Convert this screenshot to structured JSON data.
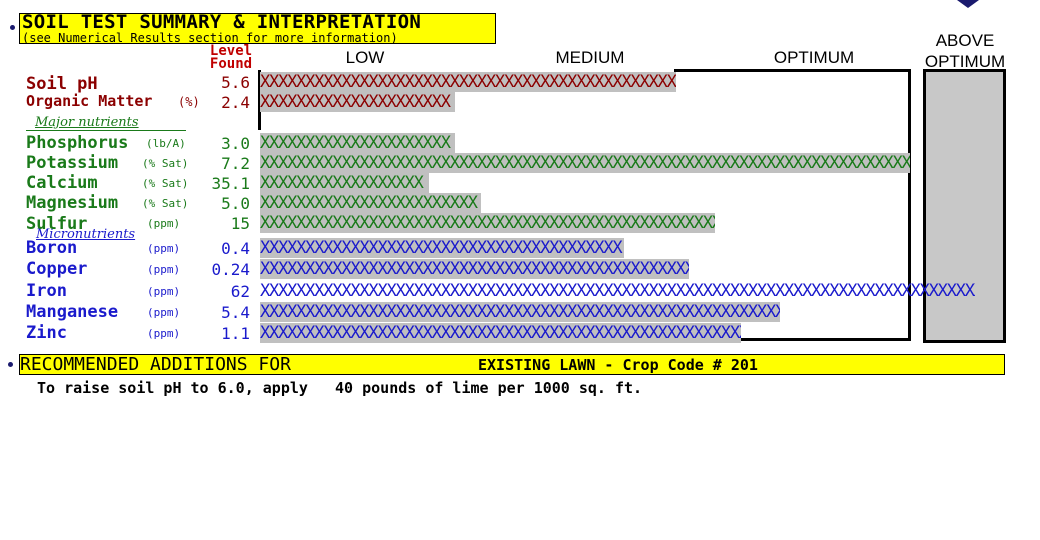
{
  "header": {
    "title": "SOIL TEST SUMMARY & INTERPRETATION",
    "subtitle": "(see Numerical Results section for more information)",
    "level_found_line1": "Level",
    "level_found_line2": "Found"
  },
  "chart_data": {
    "type": "bar",
    "orientation": "horizontal",
    "category_scale": [
      "LOW",
      "MEDIUM",
      "OPTIMUM",
      "ABOVE OPTIMUM"
    ],
    "rows": [
      {
        "label": "Soil pH",
        "unit": "",
        "level": "5.6",
        "fill_fraction": 0.64,
        "group": "general"
      },
      {
        "label": "Organic Matter",
        "unit": "(%)",
        "level": "2.4",
        "fill_fraction": 0.3,
        "group": "general"
      },
      {
        "label": "Phosphorus",
        "unit": "(lb/A)",
        "level": "3.0",
        "fill_fraction": 0.3,
        "group": "major"
      },
      {
        "label": "Potassium",
        "unit": "(% Sat)",
        "level": "7.2",
        "fill_fraction": 1.0,
        "group": "major"
      },
      {
        "label": "Calcium",
        "unit": "(% Sat)",
        "level": "35.1",
        "fill_fraction": 0.26,
        "group": "major"
      },
      {
        "label": "Magnesium",
        "unit": "(% Sat)",
        "level": "5.0",
        "fill_fraction": 0.34,
        "group": "major"
      },
      {
        "label": "Sulfur",
        "unit": "(ppm)",
        "level": "15",
        "fill_fraction": 0.7,
        "group": "major"
      },
      {
        "label": "Boron",
        "unit": "(ppm)",
        "level": "0.4",
        "fill_fraction": 0.56,
        "group": "micro"
      },
      {
        "label": "Copper",
        "unit": "(ppm)",
        "level": "0.24",
        "fill_fraction": 0.66,
        "group": "micro"
      },
      {
        "label": "Iron",
        "unit": "(ppm)",
        "level": "62",
        "fill_fraction": 1.1,
        "group": "micro"
      },
      {
        "label": "Manganese",
        "unit": "(ppm)",
        "level": "5.4",
        "fill_fraction": 0.8,
        "group": "micro"
      },
      {
        "label": "Zinc",
        "unit": "(ppm)",
        "level": "1.1",
        "fill_fraction": 0.74,
        "group": "micro"
      }
    ],
    "group_labels": {
      "major": "Major nutrients",
      "micro": "Micronutrients"
    },
    "colors": {
      "general": "#8b0000",
      "major": "#1a7a1a",
      "micro": "#1a1acc",
      "bar_background": "#c0c0c0",
      "banner": "#ffff00"
    }
  },
  "recommendations": {
    "heading": "RECOMMENDED ADDITIONS FOR",
    "crop": "EXISTING LAWN - Crop Code # 201",
    "line": "To raise soil pH to 6.0, apply   40 pounds of lime per 1000 sq. ft."
  }
}
